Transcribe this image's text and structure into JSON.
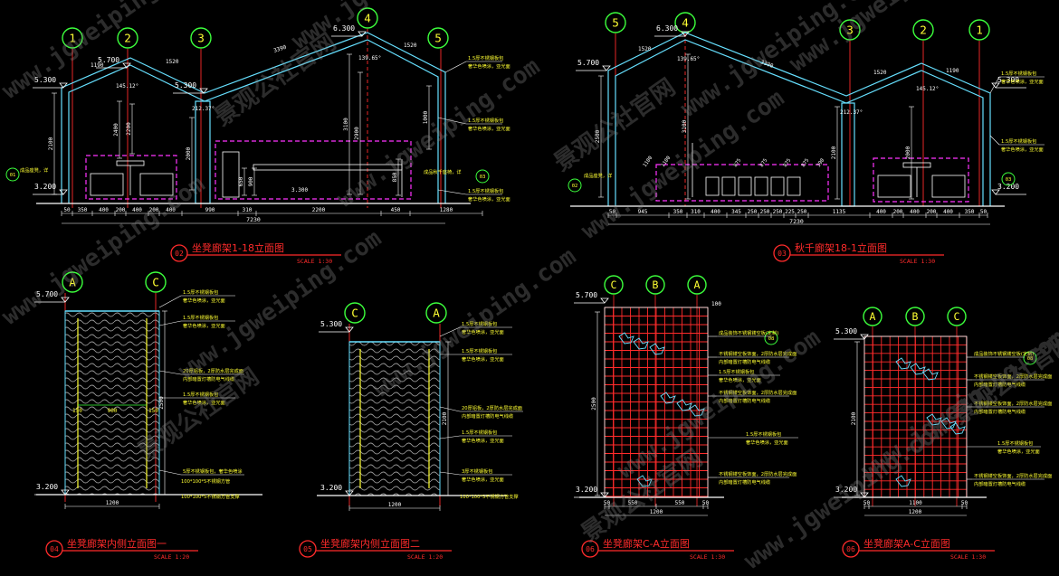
{
  "colors": {
    "bg": "#000000",
    "red": "#ff2b2b",
    "green": "#3cff3c",
    "yellow": "#ffff33",
    "cyan": "#66e0ff",
    "white": "#ffffff",
    "magenta": "#ff33ff",
    "watermark": "#8a8a8a"
  },
  "watermarks": [
    "www.jgweiping.com",
    "景观公社官网"
  ],
  "drawings": {
    "d02": {
      "number": "02",
      "title": "坐凳廊架1-18立面图",
      "scale": "SCALE 1:30",
      "axes": [
        "1",
        "2",
        "3",
        "4",
        "5"
      ],
      "elevations": [
        "6.300",
        "5.700",
        "5.300",
        "5.300",
        "3.200"
      ],
      "top_dims": [
        "1190",
        "1520",
        "3390",
        "1520"
      ],
      "angles": [
        "145.12°",
        "212.37°",
        "139.65°"
      ],
      "vertical_dims": [
        "2100",
        "2400",
        "2200",
        "2000",
        "3100",
        "2900",
        "1000",
        "900",
        "850",
        "650"
      ],
      "bottom_dims": [
        "50",
        "350",
        "400",
        "200",
        "400",
        "200",
        "400",
        "990",
        "310",
        "2200",
        "450",
        "1280"
      ],
      "total_dim": "7230",
      "bubbles": [
        "01",
        "03"
      ],
      "notes": [
        "1.5厚不锈钢板包",
        "奢华色喷涂，亚光面",
        "1.5厚不锈钢板包",
        "奢华色喷涂，亚光面",
        "成品座凳，详",
        "成品秋千座椅，详",
        "1.5厚不锈钢板包",
        "奢华色喷涂，亚光面"
      ],
      "level_mark": "3.300"
    },
    "d03": {
      "number": "03",
      "title": "秋千廊架18-1立面图",
      "scale": "SCALE 1:30",
      "axes": [
        "5",
        "4",
        "3",
        "2",
        "1"
      ],
      "elevations": [
        "6.300",
        "5.700",
        "5.300",
        "3.200"
      ],
      "top_dims": [
        "1520",
        "3390",
        "1520",
        "1190"
      ],
      "angles": [
        "139.65°",
        "212.37°",
        "145.12°"
      ],
      "vertical_dims": [
        "2500",
        "3100",
        "2100",
        "2000"
      ],
      "swing_dims": [
        "1100",
        "1100",
        "875",
        "875",
        "875",
        "875",
        "390"
      ],
      "bottom_dims": [
        "50",
        "945",
        "350",
        "310",
        "400",
        "345",
        "250",
        "250",
        "250",
        "225",
        "250",
        "1135",
        "400",
        "200",
        "400",
        "200",
        "400",
        "350",
        "50"
      ],
      "total_dim": "7230",
      "bubbles": [
        "02",
        "03"
      ],
      "notes": [
        "1.5厚不锈钢板包",
        "奢华色喷涂，亚光面",
        "1.5厚不锈钢板包",
        "奢华色喷涂，亚光面",
        "成品座凳，详"
      ]
    },
    "d04": {
      "number": "04",
      "title": "坐凳廊架内侧立面图一",
      "scale": "SCALE 1:20",
      "axes": [
        "A",
        "C"
      ],
      "elevations": [
        "5.700",
        "3.200"
      ],
      "width_dims": [
        "150",
        "900",
        "150"
      ],
      "total_dim": "1200",
      "height_dim": "2500",
      "notes": [
        "1.5厚不锈钢板包",
        "奢华色喷涂，亚光面",
        "1.5厚不锈钢板包",
        "奢华色喷涂，亚光面",
        "20厚铝板，2厚防水层完成面",
        "内部暗置灯槽防电气线缆",
        "1.5厚不锈钢板包",
        "奢华色喷涂，亚光面",
        "5厚不锈钢板包，奢华色喷涂",
        "100*100*5不锈钢方管",
        "100*100*5不锈钢方管支撑"
      ]
    },
    "d05": {
      "number": "05",
      "title": "坐凳廊架内侧立面图二",
      "scale": "SCALE 1:20",
      "axes": [
        "C",
        "A"
      ],
      "elevations": [
        "5.300",
        "3.200"
      ],
      "total_dim": "1200",
      "height_dim": "2100",
      "notes": [
        "1.5厚不锈钢板包",
        "奢华色喷涂，亚光面",
        "1.5厚不锈钢板包",
        "奢华色喷涂，亚光面",
        "20厚铝板，2厚防水层完成面",
        "内部暗置灯槽防电气线缆",
        "1.5厚不锈钢板包",
        "奢华色喷涂，亚光面",
        "3厚不锈钢板包",
        "奢华色喷涂，亚光面",
        "100*100*5不锈钢方管支撑"
      ]
    },
    "d06a": {
      "number": "06",
      "title": "坐凳廊架C-A立面图",
      "scale": "SCALE 1:30",
      "axes": [
        "C",
        "B",
        "A"
      ],
      "elevations": [
        "5.700",
        "3.200"
      ],
      "top_dim": "100",
      "height_dim": "2500",
      "bottom_dims": [
        "50",
        "550",
        "550",
        "50"
      ],
      "total_dim": "1200",
      "bubble": "08",
      "notes": [
        "成品装饰不锈钢镂空板(定制)",
        "不锈钢镂空板饰面，2厚防水层完成面",
        "内部暗置灯槽防电气线缆",
        "1.5厚不锈钢板包",
        "奢华色喷涂，亚光面",
        "不锈钢镂空板饰面，2厚防水层完成面",
        "内部暗置灯槽防电气线缆",
        "1.5厚不锈钢板包",
        "奢华色喷涂，亚光面",
        "不锈钢镂空板饰面，2厚防水层完成面",
        "内部暗置灯槽防电气线缆"
      ]
    },
    "d06b": {
      "number": "06",
      "title": "坐凳廊架A-C立面图",
      "scale": "SCALE 1:30",
      "axes": [
        "A",
        "B",
        "C"
      ],
      "elevations": [
        "5.300",
        "3.200"
      ],
      "height_dim": "2100",
      "bottom_dims": [
        "50",
        "1100",
        "50"
      ],
      "total_dim": "1200",
      "bubble": "08",
      "notes": [
        "成品装饰不锈钢镂空板(定制)",
        "不锈钢镂空板饰面，2厚防水层完成面",
        "内部暗置灯槽防电气线缆",
        "不锈钢镂空板饰面，2厚防水层完成面",
        "内部暗置灯槽防电气线缆",
        "1.5厚不锈钢板包",
        "奢华色喷涂，亚光面",
        "不锈钢镂空板饰面，2厚防水层完成面",
        "内部暗置灯槽防电气线缆"
      ]
    }
  }
}
